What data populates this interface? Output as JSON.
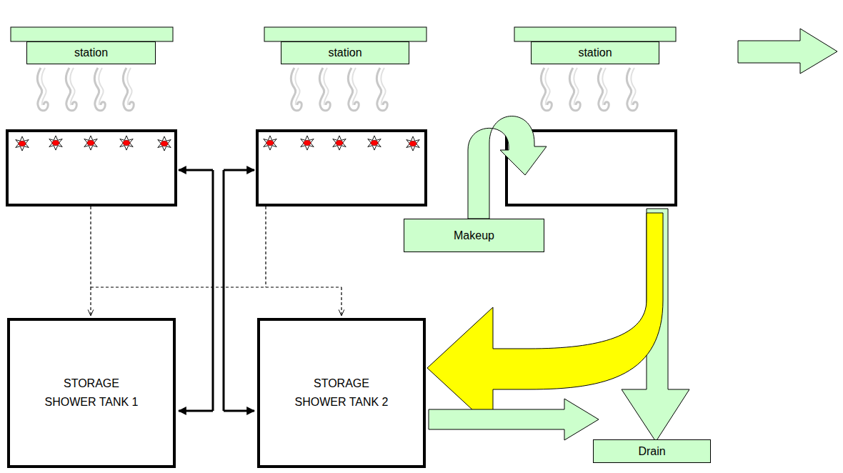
{
  "diagram": {
    "nodes": [
      {
        "text": [
          "station"
        ]
      },
      {
        "text": [
          "station"
        ]
      },
      {
        "text": [
          "station"
        ]
      },
      {
        "text": [
          "Makeup"
        ]
      },
      {
        "text": [
          "STORAGE SHOWER TANK 1"
        ]
      },
      {
        "text": [
          "STORAGE SHOWER TANK 2"
        ]
      },
      {
        "text": [
          "Drain"
        ]
      }
    ],
    "edges": [
      {
        "from": 5,
        "to": 6,
        "arrow": "to"
      }
    ]
  }
}
